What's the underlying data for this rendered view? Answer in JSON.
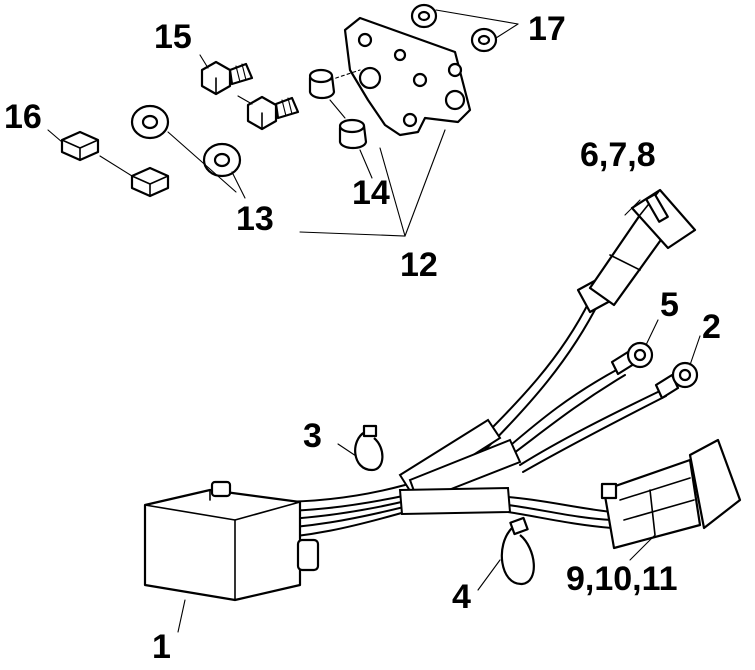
{
  "callouts": {
    "c1": "1",
    "c2": "2",
    "c3": "3",
    "c4": "4",
    "c5": "5",
    "c678": "6,7,8",
    "c91011": "9,10,11",
    "c12": "12",
    "c13": "13",
    "c14": "14",
    "c15": "15",
    "c16": "16",
    "c17": "17"
  },
  "colors": {
    "ink": "#000000",
    "paper": "#ffffff"
  },
  "icons": {
    "module": "module-box-icon",
    "bracket": "mounting-bracket-icon",
    "screw": "screw-icon",
    "grommet": "grommet-icon",
    "clip": "clip-icon",
    "spacer": "spacer-icon",
    "washer": "washer-icon",
    "connector": "connector-plug-icon",
    "ring_terminal": "ring-terminal-icon",
    "cable_tie": "cable-tie-icon"
  }
}
